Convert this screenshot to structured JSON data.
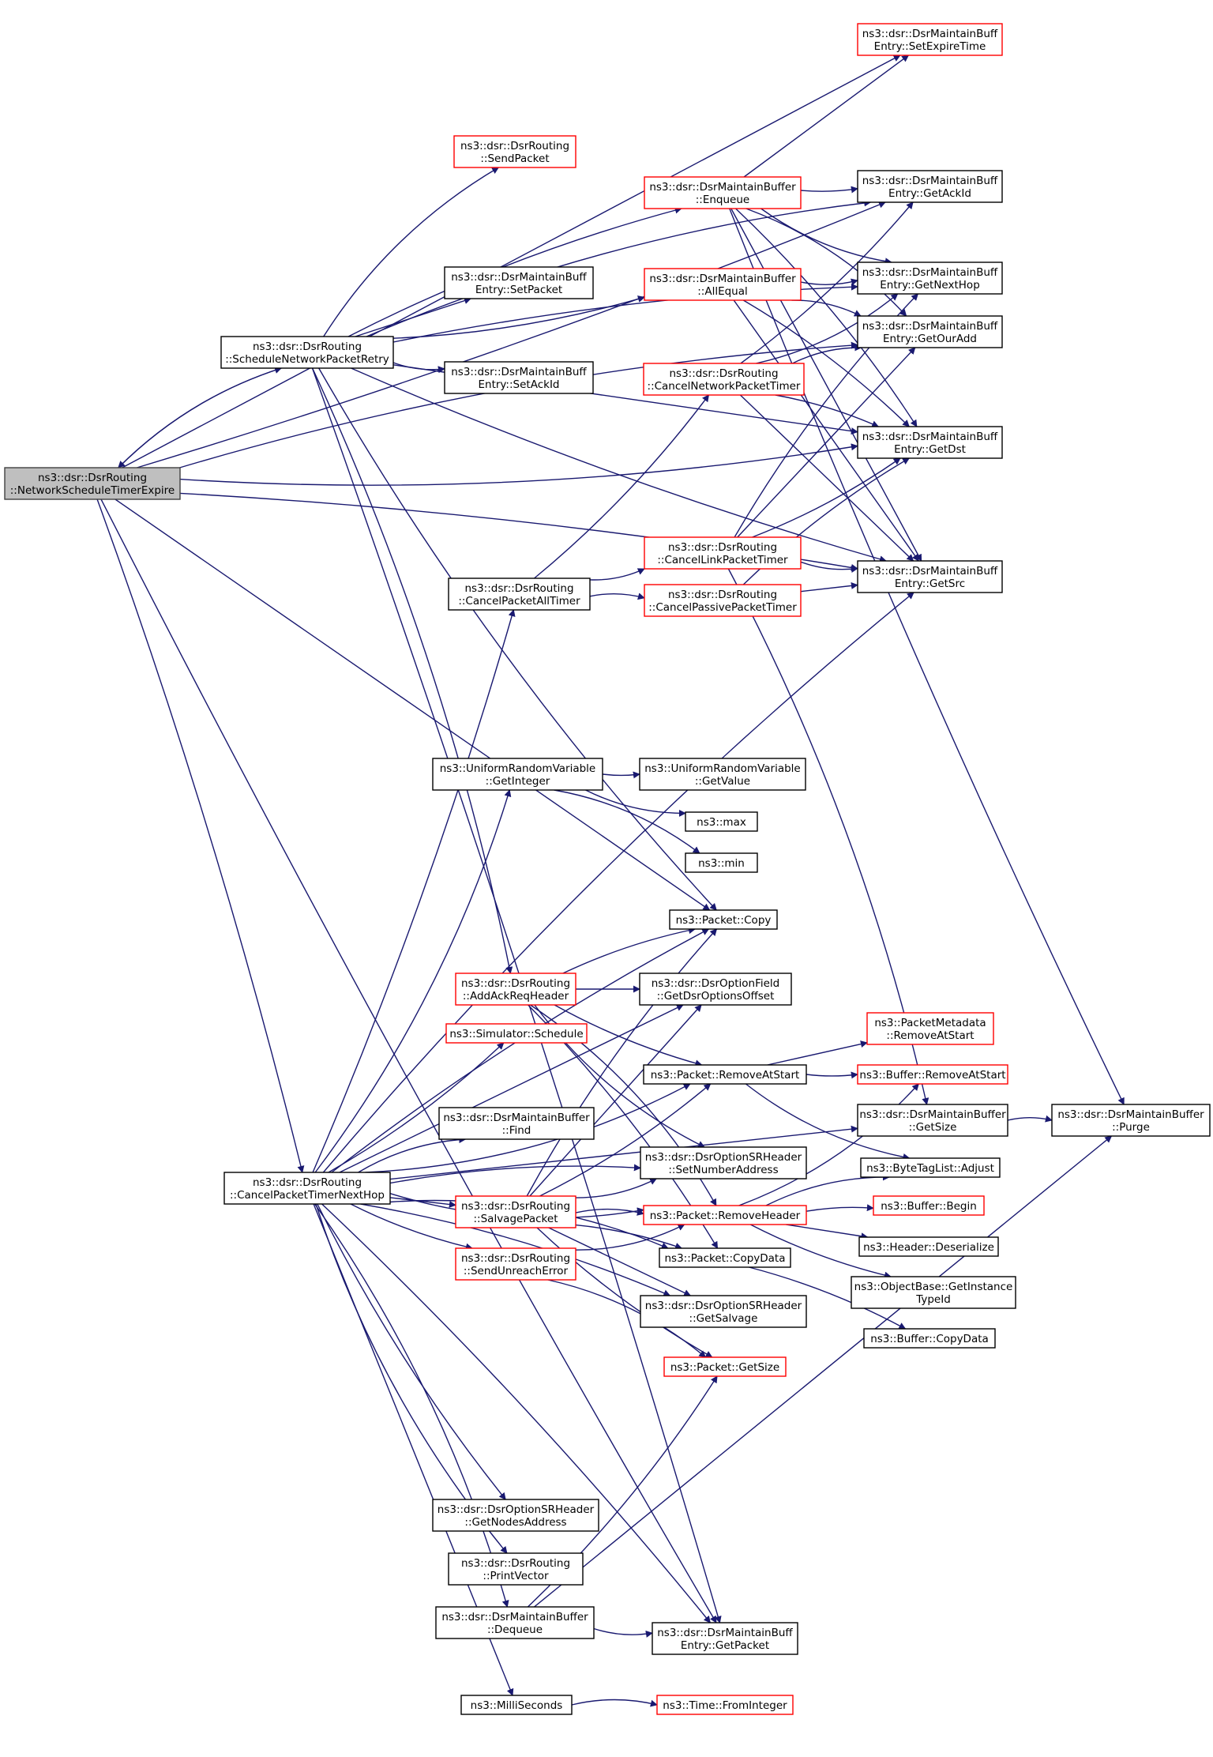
{
  "colors": {
    "edge": "#191970",
    "node_border": "#000000",
    "node_border_undocumented": "#ff0000",
    "node_fill": "#ffffff",
    "focus_fill": "#bfbfbf",
    "focus_border": "#404040"
  },
  "nodes": [
    {
      "id": "root",
      "lines": [
        "ns3::dsr::DsrRouting",
        "::NetworkScheduleTimerExpire"
      ],
      "style": "focus"
    },
    {
      "id": "snpr",
      "lines": [
        "ns3::dsr::DsrRouting",
        "::ScheduleNetworkPacketRetry"
      ],
      "style": "normal"
    },
    {
      "id": "cptnh",
      "lines": [
        "ns3::dsr::DsrRouting",
        "::CancelPacketTimerNextHop"
      ],
      "style": "normal"
    },
    {
      "id": "sendpkt",
      "lines": [
        "ns3::dsr::DsrRouting",
        "::SendPacket"
      ],
      "style": "red"
    },
    {
      "id": "enqueue",
      "lines": [
        "ns3::dsr::DsrMaintainBuffer",
        "::Enqueue"
      ],
      "style": "red"
    },
    {
      "id": "setpacket",
      "lines": [
        "ns3::dsr::DsrMaintainBuff",
        "Entry::SetPacket"
      ],
      "style": "normal"
    },
    {
      "id": "allequal",
      "lines": [
        "ns3::dsr::DsrMaintainBuffer",
        "::AllEqual"
      ],
      "style": "red"
    },
    {
      "id": "setackid",
      "lines": [
        "ns3::dsr::DsrMaintainBuff",
        "Entry::SetAckId"
      ],
      "style": "normal"
    },
    {
      "id": "cnpt",
      "lines": [
        "ns3::dsr::DsrRouting",
        "::CancelNetworkPacketTimer"
      ],
      "style": "red"
    },
    {
      "id": "cpat",
      "lines": [
        "ns3::dsr::DsrRouting",
        "::CancelPacketAllTimer"
      ],
      "style": "normal"
    },
    {
      "id": "clpt",
      "lines": [
        "ns3::dsr::DsrRouting",
        "::CancelLinkPacketTimer"
      ],
      "style": "red"
    },
    {
      "id": "cppt",
      "lines": [
        "ns3::dsr::DsrRouting",
        "::CancelPassivePacketTimer"
      ],
      "style": "red"
    },
    {
      "id": "setexpire",
      "lines": [
        "ns3::dsr::DsrMaintainBuff",
        "Entry::SetExpireTime"
      ],
      "style": "red"
    },
    {
      "id": "getackid",
      "lines": [
        "ns3::dsr::DsrMaintainBuff",
        "Entry::GetAckId"
      ],
      "style": "normal"
    },
    {
      "id": "getnexthop",
      "lines": [
        "ns3::dsr::DsrMaintainBuff",
        "Entry::GetNextHop"
      ],
      "style": "normal"
    },
    {
      "id": "getouradd",
      "lines": [
        "ns3::dsr::DsrMaintainBuff",
        "Entry::GetOurAdd"
      ],
      "style": "normal"
    },
    {
      "id": "getdst",
      "lines": [
        "ns3::dsr::DsrMaintainBuff",
        "Entry::GetDst"
      ],
      "style": "normal"
    },
    {
      "id": "getsrc",
      "lines": [
        "ns3::dsr::DsrMaintainBuff",
        "Entry::GetSrc"
      ],
      "style": "normal"
    },
    {
      "id": "purge",
      "lines": [
        "ns3::dsr::DsrMaintainBuffer",
        "::Purge"
      ],
      "style": "normal"
    },
    {
      "id": "urvgetint",
      "lines": [
        "ns3::UniformRandomVariable",
        "::GetInteger"
      ],
      "style": "normal"
    },
    {
      "id": "urvgetval",
      "lines": [
        "ns3::UniformRandomVariable",
        "::GetValue"
      ],
      "style": "normal"
    },
    {
      "id": "max",
      "lines": [
        "ns3::max"
      ],
      "style": "normal"
    },
    {
      "id": "min",
      "lines": [
        "ns3::min"
      ],
      "style": "normal"
    },
    {
      "id": "pcopy",
      "lines": [
        "ns3::Packet::Copy"
      ],
      "style": "normal"
    },
    {
      "id": "addack",
      "lines": [
        "ns3::dsr::DsrRouting",
        "::AddAckReqHeader"
      ],
      "style": "red"
    },
    {
      "id": "getdsroff",
      "lines": [
        "ns3::dsr::DsrOptionField",
        "::GetDsrOptionsOffset"
      ],
      "style": "normal"
    },
    {
      "id": "simsched",
      "lines": [
        "ns3::Simulator::Schedule"
      ],
      "style": "red"
    },
    {
      "id": "premstart",
      "lines": [
        "ns3::Packet::RemoveAtStart"
      ],
      "style": "normal"
    },
    {
      "id": "pmremstart",
      "lines": [
        "ns3::PacketMetadata",
        "::RemoveAtStart"
      ],
      "style": "red"
    },
    {
      "id": "bremstart",
      "lines": [
        "ns3::Buffer::RemoveAtStart"
      ],
      "style": "red"
    },
    {
      "id": "mbgetsize",
      "lines": [
        "ns3::dsr::DsrMaintainBuffer",
        "::GetSize"
      ],
      "style": "normal"
    },
    {
      "id": "find",
      "lines": [
        "ns3::dsr::DsrMaintainBuffer",
        "::Find"
      ],
      "style": "normal"
    },
    {
      "id": "btladjust",
      "lines": [
        "ns3::ByteTagList::Adjust"
      ],
      "style": "normal"
    },
    {
      "id": "setnumaddr",
      "lines": [
        "ns3::dsr::DsrOptionSRHeader",
        "::SetNumberAddress"
      ],
      "style": "normal"
    },
    {
      "id": "salvage",
      "lines": [
        "ns3::dsr::DsrRouting",
        "::SalvagePacket"
      ],
      "style": "red"
    },
    {
      "id": "premhdr",
      "lines": [
        "ns3::Packet::RemoveHeader"
      ],
      "style": "red"
    },
    {
      "id": "bbegin",
      "lines": [
        "ns3::Buffer::Begin"
      ],
      "style": "red"
    },
    {
      "id": "hdeser",
      "lines": [
        "ns3::Header::Deserialize"
      ],
      "style": "normal"
    },
    {
      "id": "sendunreach",
      "lines": [
        "ns3::dsr::DsrRouting",
        "::SendUnreachError"
      ],
      "style": "red"
    },
    {
      "id": "pcopydata",
      "lines": [
        "ns3::Packet::CopyData"
      ],
      "style": "normal"
    },
    {
      "id": "getinst",
      "lines": [
        "ns3::ObjectBase::GetInstance",
        "TypeId"
      ],
      "style": "normal"
    },
    {
      "id": "getsalvage",
      "lines": [
        "ns3::dsr::DsrOptionSRHeader",
        "::GetSalvage"
      ],
      "style": "normal"
    },
    {
      "id": "bcopydata",
      "lines": [
        "ns3::Buffer::CopyData"
      ],
      "style": "normal"
    },
    {
      "id": "pgetsize",
      "lines": [
        "ns3::Packet::GetSize"
      ],
      "style": "red"
    },
    {
      "id": "getnodesaddr",
      "lines": [
        "ns3::dsr::DsrOptionSRHeader",
        "::GetNodesAddress"
      ],
      "style": "normal"
    },
    {
      "id": "printvec",
      "lines": [
        "ns3::dsr::DsrRouting",
        "::PrintVector"
      ],
      "style": "normal"
    },
    {
      "id": "dequeue",
      "lines": [
        "ns3::dsr::DsrMaintainBuffer",
        "::Dequeue"
      ],
      "style": "normal"
    },
    {
      "id": "getpacket",
      "lines": [
        "ns3::dsr::DsrMaintainBuff",
        "Entry::GetPacket"
      ],
      "style": "normal"
    },
    {
      "id": "millis",
      "lines": [
        "ns3::MilliSeconds"
      ],
      "style": "normal"
    },
    {
      "id": "fromint",
      "lines": [
        "ns3::Time::FromInteger"
      ],
      "style": "red"
    }
  ],
  "edges": [
    [
      "root",
      "snpr"
    ],
    [
      "root",
      "cptnh"
    ],
    [
      "root",
      "setexpire"
    ],
    [
      "root",
      "getackid"
    ],
    [
      "root",
      "getdst"
    ],
    [
      "root",
      "getouradd"
    ],
    [
      "root",
      "getsrc"
    ],
    [
      "root",
      "pcopy"
    ],
    [
      "root",
      "getpacket"
    ],
    [
      "snpr",
      "root"
    ],
    [
      "snpr",
      "sendpkt"
    ],
    [
      "snpr",
      "enqueue"
    ],
    [
      "snpr",
      "setpacket"
    ],
    [
      "snpr",
      "allequal"
    ],
    [
      "snpr",
      "setackid"
    ],
    [
      "snpr",
      "getackid"
    ],
    [
      "snpr",
      "getnexthop"
    ],
    [
      "snpr",
      "getdst"
    ],
    [
      "snpr",
      "getsrc"
    ],
    [
      "snpr",
      "pcopy"
    ],
    [
      "snpr",
      "addack"
    ],
    [
      "snpr",
      "getpacket"
    ],
    [
      "enqueue",
      "setexpire"
    ],
    [
      "enqueue",
      "getackid"
    ],
    [
      "enqueue",
      "getnexthop"
    ],
    [
      "enqueue",
      "getouradd"
    ],
    [
      "enqueue",
      "getdst"
    ],
    [
      "enqueue",
      "getsrc"
    ],
    [
      "enqueue",
      "purge"
    ],
    [
      "allequal",
      "getnexthop"
    ],
    [
      "allequal",
      "getouradd"
    ],
    [
      "allequal",
      "getdst"
    ],
    [
      "allequal",
      "getsrc"
    ],
    [
      "cnpt",
      "getackid"
    ],
    [
      "cnpt",
      "getnexthop"
    ],
    [
      "cnpt",
      "getouradd"
    ],
    [
      "cnpt",
      "getdst"
    ],
    [
      "cnpt",
      "getsrc"
    ],
    [
      "cpat",
      "cnpt"
    ],
    [
      "cpat",
      "clpt"
    ],
    [
      "cpat",
      "cppt"
    ],
    [
      "clpt",
      "getnexthop"
    ],
    [
      "clpt",
      "getouradd"
    ],
    [
      "clpt",
      "getdst"
    ],
    [
      "clpt",
      "getsrc"
    ],
    [
      "clpt",
      "mbgetsize"
    ],
    [
      "cppt",
      "getdst"
    ],
    [
      "cppt",
      "getsrc"
    ],
    [
      "cptnh",
      "cpat"
    ],
    [
      "cptnh",
      "urvgetint"
    ],
    [
      "cptnh",
      "getsrc"
    ],
    [
      "cptnh",
      "pcopy"
    ],
    [
      "cptnh",
      "getdsroff"
    ],
    [
      "cptnh",
      "simsched"
    ],
    [
      "cptnh",
      "premstart"
    ],
    [
      "cptnh",
      "find"
    ],
    [
      "cptnh",
      "setnumaddr"
    ],
    [
      "cptnh",
      "salvage"
    ],
    [
      "cptnh",
      "sendunreach"
    ],
    [
      "cptnh",
      "premhdr"
    ],
    [
      "cptnh",
      "pcopydata"
    ],
    [
      "cptnh",
      "getsalvage"
    ],
    [
      "cptnh",
      "mbgetsize"
    ],
    [
      "cptnh",
      "getnodesaddr"
    ],
    [
      "cptnh",
      "printvec"
    ],
    [
      "cptnh",
      "dequeue"
    ],
    [
      "cptnh",
      "getpacket"
    ],
    [
      "cptnh",
      "millis"
    ],
    [
      "urvgetint",
      "urvgetval"
    ],
    [
      "urvgetint",
      "max"
    ],
    [
      "urvgetint",
      "min"
    ],
    [
      "addack",
      "pcopy"
    ],
    [
      "addack",
      "getdsroff"
    ],
    [
      "addack",
      "premstart"
    ],
    [
      "addack",
      "setnumaddr"
    ],
    [
      "addack",
      "premhdr"
    ],
    [
      "addack",
      "pcopydata"
    ],
    [
      "premstart",
      "pmremstart"
    ],
    [
      "premstart",
      "bremstart"
    ],
    [
      "premstart",
      "btladjust"
    ],
    [
      "mbgetsize",
      "purge"
    ],
    [
      "salvage",
      "pcopy"
    ],
    [
      "salvage",
      "getdsroff"
    ],
    [
      "salvage",
      "premstart"
    ],
    [
      "salvage",
      "setnumaddr"
    ],
    [
      "salvage",
      "premhdr"
    ],
    [
      "salvage",
      "pcopydata"
    ],
    [
      "salvage",
      "getsalvage"
    ],
    [
      "salvage",
      "pgetsize"
    ],
    [
      "premhdr",
      "bremstart"
    ],
    [
      "premhdr",
      "btladjust"
    ],
    [
      "premhdr",
      "bbegin"
    ],
    [
      "premhdr",
      "hdeser"
    ],
    [
      "premhdr",
      "getinst"
    ],
    [
      "sendunreach",
      "premhdr"
    ],
    [
      "sendunreach",
      "pgetsize"
    ],
    [
      "pcopydata",
      "bcopydata"
    ],
    [
      "dequeue",
      "purge"
    ],
    [
      "dequeue",
      "pgetsize"
    ],
    [
      "dequeue",
      "getpacket"
    ],
    [
      "millis",
      "fromint"
    ]
  ]
}
